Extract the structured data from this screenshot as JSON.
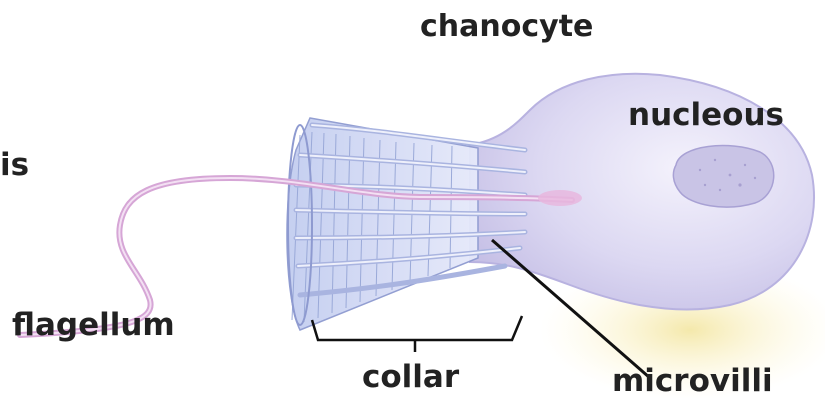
{
  "labels": {
    "title": "chanocyte",
    "nucleus": "nucleous",
    "cut_off": "is",
    "flagellum": "flagellum",
    "collar": "collar",
    "microvilli": "microvilli"
  },
  "colors": {
    "cell_body": "#d9d6f2",
    "cell_outline": "#b8b2e0",
    "flagellum": "#d6a6d6",
    "collar_mesh": "#9aa9d8",
    "nucleus": "#c9c4e6",
    "shadow": "#f2e7a8",
    "pointer_line": "#111111"
  }
}
